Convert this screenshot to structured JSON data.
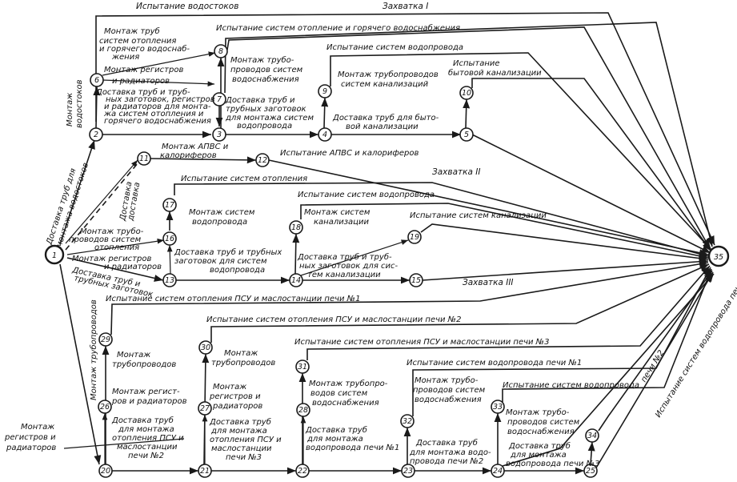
{
  "headers": {
    "drains_test": "Испытание водостоков",
    "zone1": "Захватка I",
    "zone2": "Захватка II",
    "zone3": "Захватка III"
  },
  "nodes": {
    "n1": "1",
    "n2": "2",
    "n3": "3",
    "n4": "4",
    "n5": "5",
    "n6": "6",
    "n7": "7",
    "n8": "8",
    "n9": "9",
    "n10": "10",
    "n11": "11",
    "n12": "12",
    "n13": "13",
    "n14": "14",
    "n15": "15",
    "n16": "16",
    "n17": "17",
    "n18": "18",
    "n19": "19",
    "n20": "20",
    "n21": "21",
    "n22": "22",
    "n23": "23",
    "n24": "24",
    "n25": "25",
    "n26": "26",
    "n27": "27",
    "n28": "28",
    "n29": "29",
    "n30": "30",
    "n31": "31",
    "n32": "32",
    "n33": "33",
    "n34": "34",
    "n35": "35"
  },
  "labels": {
    "a1_2_l1": "Доставка труб для",
    "a1_2_l2": "монтажа водостоков",
    "a2_6_l1": "Монтаж",
    "a2_6_l2": "водостоков",
    "a6_7_m1": "Монтаж труб",
    "a6_7_m2": "систем отопления",
    "a6_7_m3": "и горячего водоснаб-",
    "a6_7_m4": "жения",
    "a6_7_r1": "Монтаж регистров",
    "a6_7_r2": "и радиаторов",
    "a2_3_l1": "Доставка труб и труб-",
    "a2_3_l2": "ных заготовок, регистров",
    "a2_3_l3": "и радиаторов для монта-",
    "a2_3_l4": "жа систем отопления и",
    "a2_3_l5": "горячего водоснабжения",
    "t_heat_hot": "Испытание систем отопление и горячего водоснабжения",
    "a3_8_l1": "Монтаж трубо-",
    "a3_8_l2": "проводов систем",
    "a3_8_l3": "водоснабжения",
    "a3_4_l1": "Доставка труб и",
    "a3_4_l2": "трубных заготовок",
    "a3_4_l3": "для монтажа систем",
    "a3_4_l4": "водопровода",
    "t_water1": "Испытание систем водопровода",
    "a4_9_l1": "Монтаж трубопроводов",
    "a4_9_l2": "систем канализаций",
    "a4_5_l1": "Доставка труб для быто-",
    "a4_5_l2": "вой канализации",
    "t_sewer1_l1": "Испытание",
    "t_sewer1_l2": "бытовой канализации",
    "a1_11_l1": "Монтаж АПВС и",
    "a1_11_l2": "калориферов",
    "t_apvs": "Испытание АПВС и калориферов",
    "a_deliv_l1": "Доставка",
    "a_deliv_l2": "доставка",
    "t_heat2": "Испытание систем отопления",
    "a13_17_l1": "Монтаж трубо-",
    "a13_17_l2": "проводов систем",
    "a13_17_l3": "отопления",
    "a1_16_l1": "Монтаж регистров",
    "a1_16_l2": "и радиаторов",
    "a1_13_l1": "Доставка труб и",
    "a1_13_l2": "трубных заготовок",
    "a13_14_l1": "Доставка труб и трубных",
    "a13_14_l2": "заготовок для систем",
    "a13_14_l3": "водопровода",
    "a13_18_l1": "Монтаж систем",
    "a13_18_l2": "водопровода",
    "t_water2": "Испытание систем водопровода",
    "a14_19_l1": "Монтаж систем",
    "a14_19_l2": "канализации",
    "a14_15_l1": "Доставка труб и труб-",
    "a14_15_l2": "ных заготовок для сис-",
    "a14_15_l3": "тем канализации",
    "t_sewer2": "Испытание систем канализации",
    "t_heat_psu1": "Испытание систем отопления ПСУ и маслостанции печи №1",
    "a1_29": "Монтаж трубопроводов",
    "t_heat_psu2": "Испытание систем отопления ПСУ и маслостанции печи №2",
    "t_heat_psu3": "Испытание систем отопления ПСУ и маслостанции печи №3",
    "t_water_p1": "Испытание систем водопровода печи №1",
    "t_water_p2": "Испытание систем водопровода",
    "t_water_p2b": "печи №2",
    "t_water_p3": "Испытание систем водопровода печи №3",
    "a26_29_l1": "Монтаж",
    "a26_29_l2": "трубопроводов",
    "a20_26_l1": "Монтаж регист-",
    "a20_26_l2": "ров и радиаторов",
    "a20_21_l1": "Доставка труб",
    "a20_21_l2": "для монтажа",
    "a20_21_l3": "отопления ПСУ и",
    "a20_21_l4": "маслостанции",
    "a20_21_l5": "печи №2",
    "a21_30_l1": "Монтаж",
    "a21_30_l2": "трубопроводов",
    "a21_27_l1": "Монтаж",
    "a21_27_l2": "регистров и",
    "a21_27_l3": "радиаторов",
    "a21_22_l1": "Доставка труб",
    "a21_22_l2": "для монтажа",
    "a21_22_l3": "отопления ПСУ и",
    "a21_22_l4": "маслостанции",
    "a21_22_l5": "печи №3",
    "a22_31_l1": "Монтаж трубопро-",
    "a22_31_l2": "водов систем",
    "a22_31_l3": "водоснабжения",
    "a22_23_l1": "Доставка труб",
    "a22_23_l2": "для монтажа",
    "a22_23_l3": "водопровода печи №1",
    "a23_33_l1": "Монтаж трубо-",
    "a23_33_l2": "проводов систем",
    "a23_33_l3": "водоснабжения",
    "a23_24_l1": "Доставка труб",
    "a23_24_l2": "для монтажа водо-",
    "a23_24_l3": "провода печи №2",
    "a24_34_l1": "Монтаж трубо-",
    "a24_34_l2": "проводов систем",
    "a24_34_l3": "водоснабжения",
    "a24_25_l1": "Доставка труб",
    "a24_25_l2": "для монтажа",
    "a24_25_l3": "водопровода печи №3",
    "side_l1": "Монтаж",
    "side_l2": "регистров и",
    "side_l3": "радиаторов"
  }
}
